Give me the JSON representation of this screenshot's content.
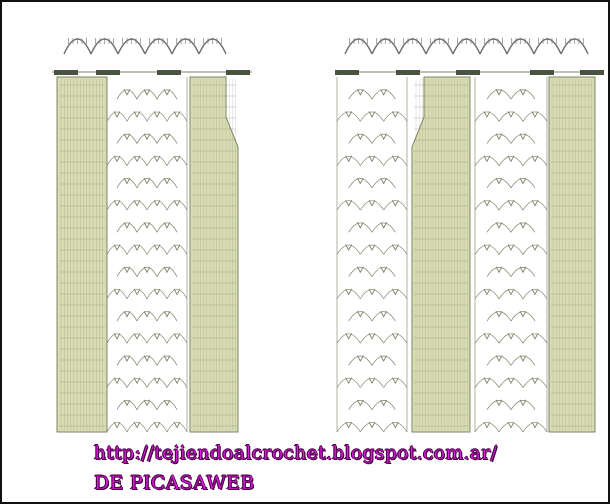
{
  "watermark": {
    "url": "http://tejiendoalcrochet.blogspot.com.ar/",
    "source": "DE PICASAWEB"
  },
  "colors": {
    "fill_panel": "#d9dcb2",
    "line": "#7d8468",
    "scallop": "#6f6f6f",
    "marker": "#4a5340",
    "watermark": "#e020e8"
  },
  "diagram": {
    "pieces": [
      {
        "name": "left-panel",
        "stripes": [
          "filled",
          "lace",
          "filled"
        ],
        "scallops": 6
      },
      {
        "name": "right-panel",
        "stripes": [
          "lace",
          "filled",
          "lace",
          "filled"
        ],
        "scallops": 9
      }
    ]
  }
}
